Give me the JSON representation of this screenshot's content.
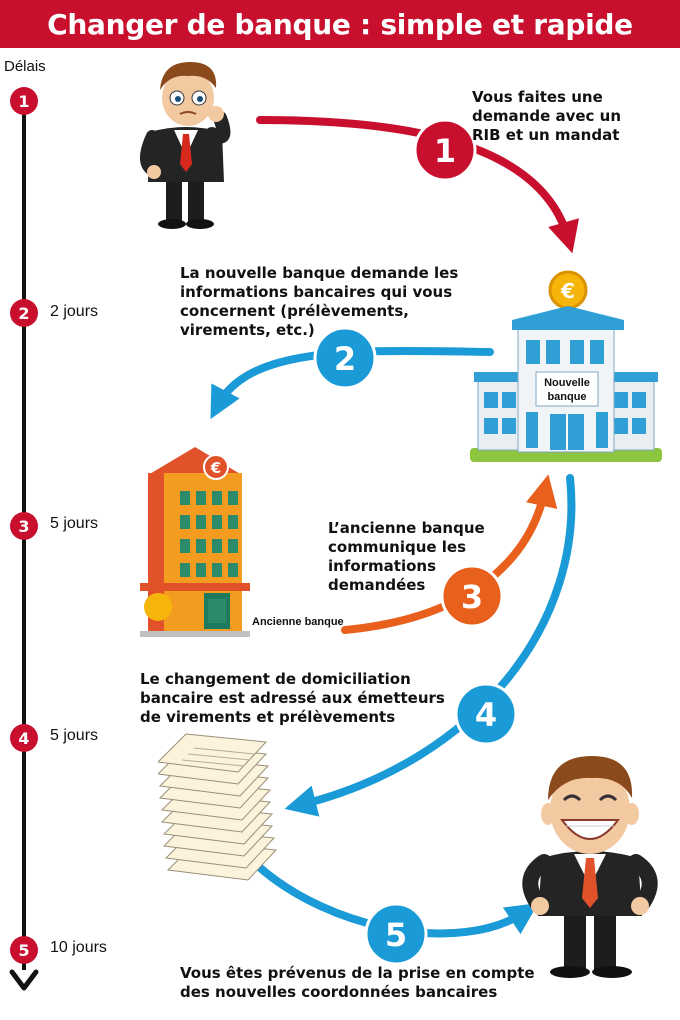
{
  "header": {
    "title": "Changer de banque : simple et rapide"
  },
  "timeline": {
    "title": "Délais",
    "items": [
      {
        "number": "1",
        "label": ""
      },
      {
        "number": "2",
        "label": "2 jours"
      },
      {
        "number": "3",
        "label": "5 jours"
      },
      {
        "number": "4",
        "label": "5 jours"
      },
      {
        "number": "5",
        "label": "10 jours"
      }
    ]
  },
  "steps": [
    {
      "number": "1",
      "lines": [
        "Vous faites une",
        "demande avec un",
        "RIB et un mandat"
      ]
    },
    {
      "number": "2",
      "lines": [
        "La nouvelle banque demande les",
        "informations bancaires qui vous",
        "concernent (prélèvements,",
        "virements, etc.)"
      ]
    },
    {
      "number": "3",
      "lines": [
        "L’ancienne banque",
        "communique les",
        "informations",
        "demandées"
      ]
    },
    {
      "number": "4",
      "lines": [
        "Le changement de domiciliation",
        "bancaire est adressé aux émetteurs",
        "de virements et prélèvements"
      ]
    },
    {
      "number": "5",
      "lines": [
        "Vous êtes prévenus de la prise en compte",
        "des nouvelles coordonnées bancaires"
      ]
    }
  ],
  "buildings": {
    "new_bank_label_line1": "Nouvelle",
    "new_bank_label_line2": "banque",
    "old_bank_label": "Ancienne banque",
    "euro_symbol": "€"
  },
  "colors": {
    "red": "#c8102e",
    "blue": "#1a9ad6",
    "orange": "#e8601c"
  },
  "icons": [
    "businessman-thinking-icon",
    "new-bank-building-icon",
    "old-bank-building-icon",
    "documents-stack-icon",
    "businessman-happy-icon"
  ]
}
